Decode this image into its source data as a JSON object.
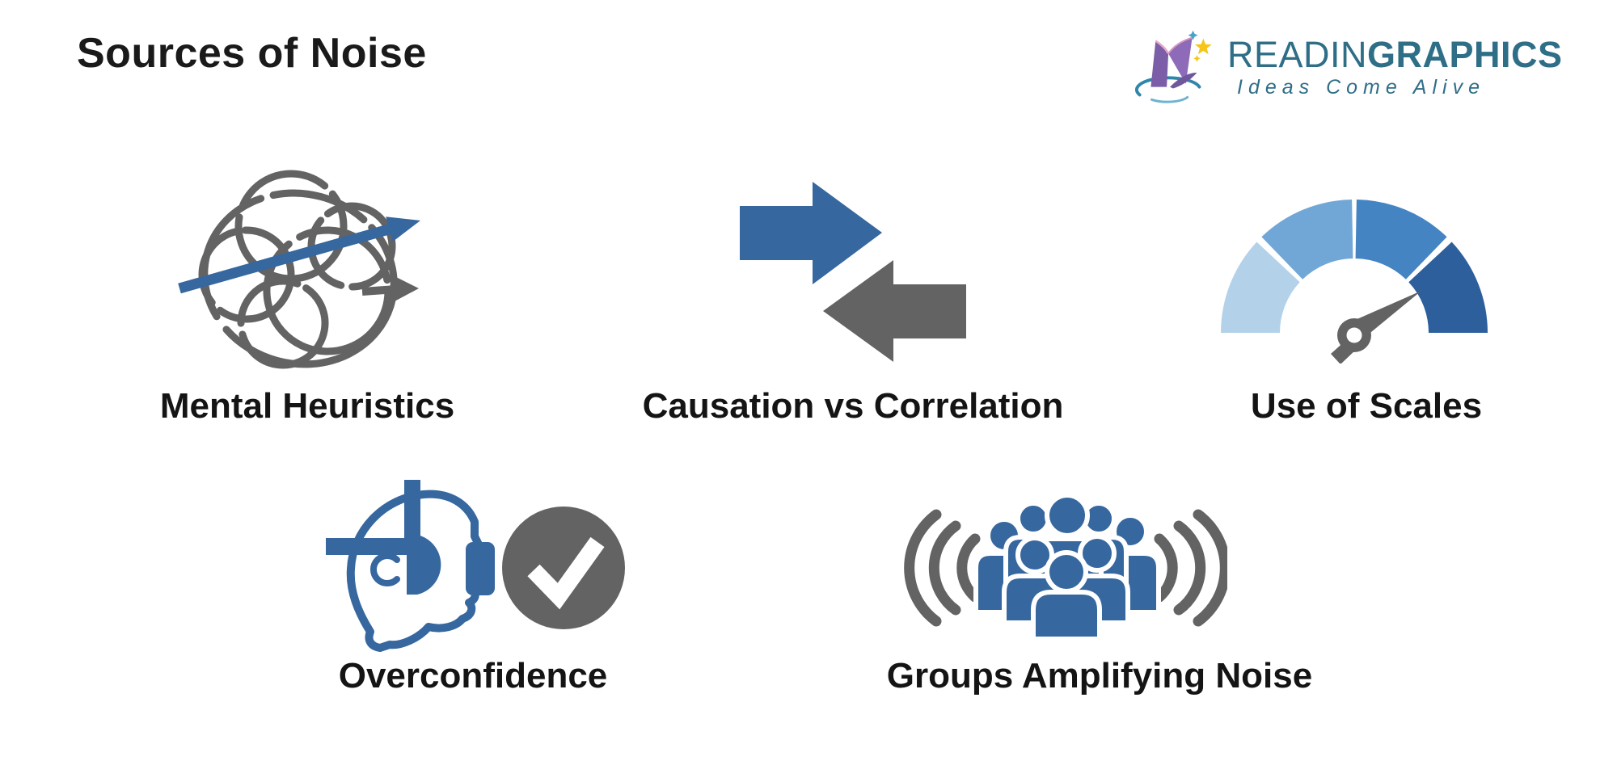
{
  "page": {
    "title": "Sources of Noise"
  },
  "logo": {
    "brand_regular": "READIN",
    "brand_bold": "GRAPHICS",
    "tagline": "Ideas Come Alive"
  },
  "items": [
    {
      "id": "mental-heuristics",
      "label": "Mental Heuristics",
      "icon": "tangle-arrows-icon"
    },
    {
      "id": "causation-vs-correlation",
      "label": "Causation vs Correlation",
      "icon": "opposing-arrows-icon"
    },
    {
      "id": "use-of-scales",
      "label": "Use of Scales",
      "icon": "gauge-icon"
    },
    {
      "id": "overconfidence",
      "label": "Overconfidence",
      "icon": "head-headset-check-icon"
    },
    {
      "id": "groups-amplifying-noise",
      "label": "Groups Amplifying Noise",
      "icon": "crowd-sound-waves-icon"
    }
  ],
  "colors": {
    "accent_blue": "#36679f",
    "gray": "#636363",
    "logo_teal": "#2e6e87",
    "logo_purple": "#7b5ea7",
    "logo_purple_light": "#8d6bb8",
    "star_yellow": "#f5c518",
    "swirl_teal": "#2f86ab",
    "text_dark": "#1a1a1a",
    "gauge_segments": [
      "#b3d2ea",
      "#71a7d7",
      "#4484c2",
      "#2d5f9c"
    ]
  }
}
